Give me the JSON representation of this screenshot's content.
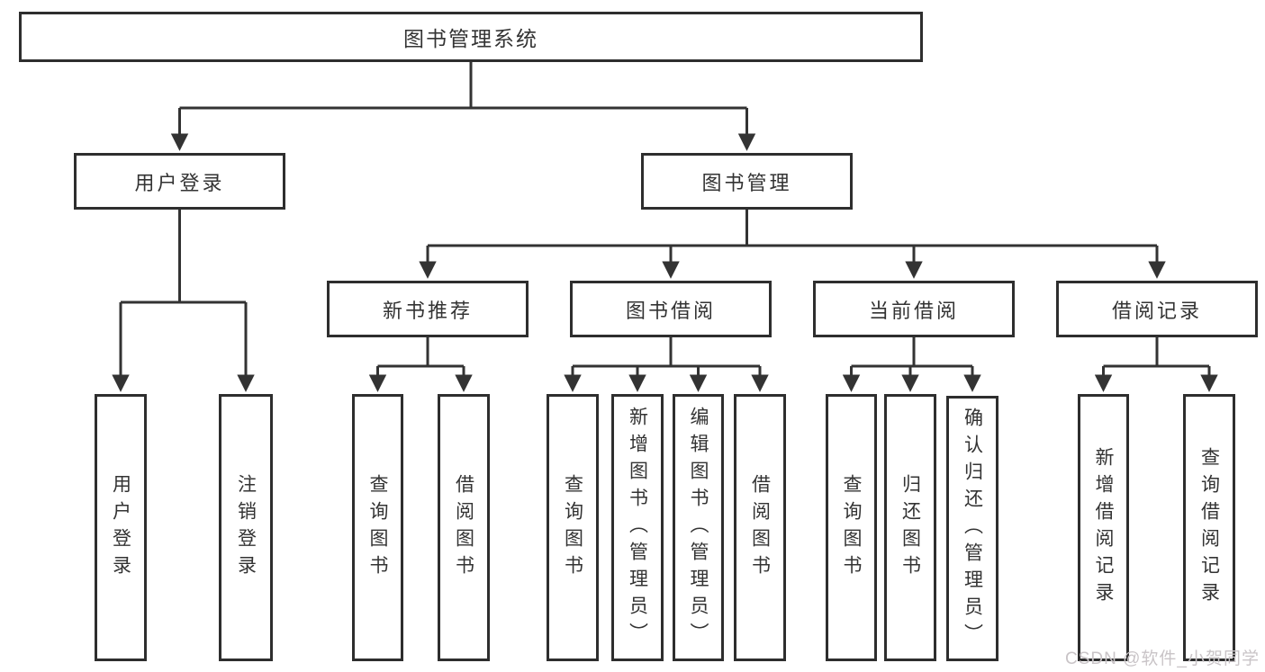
{
  "colors": {
    "line": "#333333",
    "border": "#2e2e2e",
    "text": "#333333",
    "background": "#ffffff",
    "watermark": "#c9c4c7"
  },
  "watermark": {
    "text": "CSDN @软件_小贺同学"
  },
  "tree": {
    "root": {
      "label": "图书管理系统"
    },
    "branches": [
      {
        "label": "用户登录",
        "children": [
          {
            "label": "用户登录"
          },
          {
            "label": "注销登录"
          }
        ]
      },
      {
        "label": "图书管理",
        "children": [
          {
            "label": "新书推荐",
            "children": [
              {
                "label": "查询图书"
              },
              {
                "label": "借阅图书"
              }
            ]
          },
          {
            "label": "图书借阅",
            "children": [
              {
                "label": "查询图书"
              },
              {
                "label": "新增图书（管理员）"
              },
              {
                "label": "编辑图书（管理员）"
              },
              {
                "label": "借阅图书"
              }
            ]
          },
          {
            "label": "当前借阅",
            "children": [
              {
                "label": "查询图书"
              },
              {
                "label": "归还图书"
              },
              {
                "label": "确认归还（管理员）"
              }
            ]
          },
          {
            "label": "借阅记录",
            "children": [
              {
                "label": "新增借阅记录"
              },
              {
                "label": "查询借阅记录"
              }
            ]
          }
        ]
      }
    ]
  }
}
